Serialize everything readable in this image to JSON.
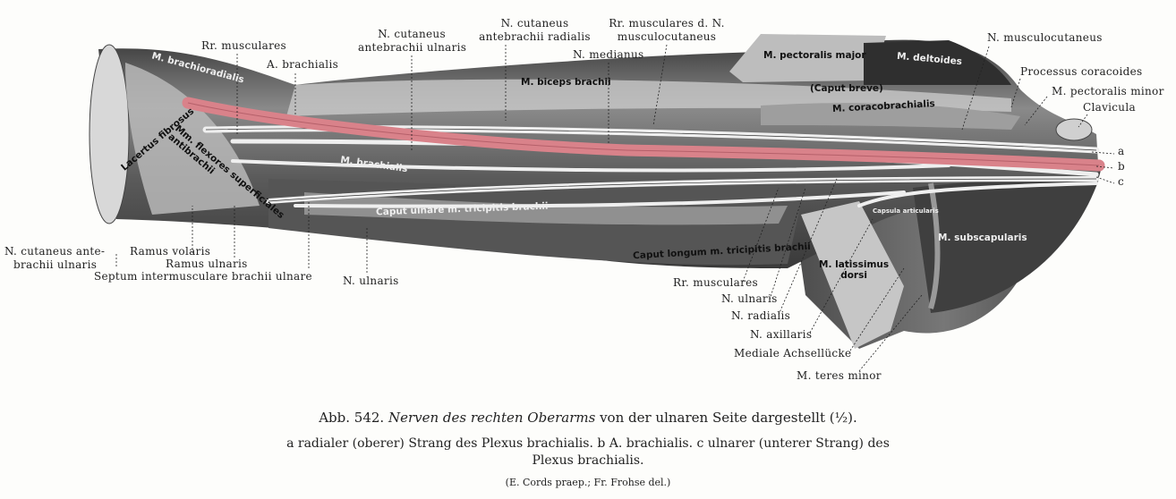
{
  "figure": {
    "number": "Abb. 542.",
    "title_italic": "Nerven des rechten Oberarms",
    "title_rest": "von der ulnaren Seite dargestellt (½).",
    "legend_line1": "a radialer (oberer) Strang des Plexus brachialis. b A. brachialis. c ulnarer (unterer Strang) des",
    "legend_line2": "Plexus brachialis.",
    "credit": "(E. Cords praep.; Fr. Frohse del.)"
  },
  "colors": {
    "artery": "#d9828a",
    "muscle": "#5a5a5a",
    "nerve": "#eeeeee"
  },
  "labels": {
    "rr_musculares_top": "Rr. musculares",
    "a_brachialis": "A. brachialis",
    "n_cut_ant_uln_1": "N. cutaneus",
    "n_cut_ant_uln_2": "antebrachii ulnaris",
    "n_cut_ant_rad_1": "N. cutaneus",
    "n_cut_ant_rad_2": "antebrachii radialis",
    "rr_musc_mc_1": "Rr. musculares d. N.",
    "rr_musc_mc_2": "musculocutaneus",
    "n_medianus": "N. medianus",
    "n_musculocutaneus": "N. musculocutaneus",
    "processus_coracoides": "Processus coracoides",
    "m_pectoralis_minor": "M. pectoralis minor",
    "clavicula": "Clavicula",
    "a": "a",
    "b": "b",
    "c": "c",
    "n_cut_ant_br_uln_1": "N. cutaneus ante-",
    "n_cut_ant_br_uln_2": "brachii ulnaris",
    "ramus_volaris": "Ramus volaris",
    "ramus_ulnaris": "Ramus ulnaris",
    "septum": "Septum intermusculare brachii ulnare",
    "n_ulnaris_left": "N. ulnaris",
    "rr_musculares_bottom": "Rr. musculares",
    "n_ulnaris_right": "N. ulnaris",
    "n_radialis": "N. radialis",
    "n_axillaris": "N. axillaris",
    "mediale_achselluecke": "Mediale Achsellücke",
    "m_teres_minor": "M. teres minor"
  },
  "muscles": {
    "brachioradialis": "M. brachioradialis",
    "lacertus": "Lacertus fibrosus",
    "flexores_1": "Mm. flexores superficiales",
    "flexores_2": "antibrachii",
    "brachialis": "M. brachialis",
    "biceps": "M. biceps brachii",
    "pectoralis_major": "M. pectoralis major",
    "deltoides": "M. deltoides",
    "caput_breve": "(Caput breve)",
    "coracobrachialis": "M. coracobrachialis",
    "caput_ulnare": "Caput ulnare m. tricipitis brachii",
    "caput_longum": "Caput longum m. tricipitis brachii",
    "latissimus_1": "M. latissimus",
    "latissimus_2": "dorsi",
    "capsula": "Capsula articularis",
    "subscapularis": "M. subscapularis"
  }
}
